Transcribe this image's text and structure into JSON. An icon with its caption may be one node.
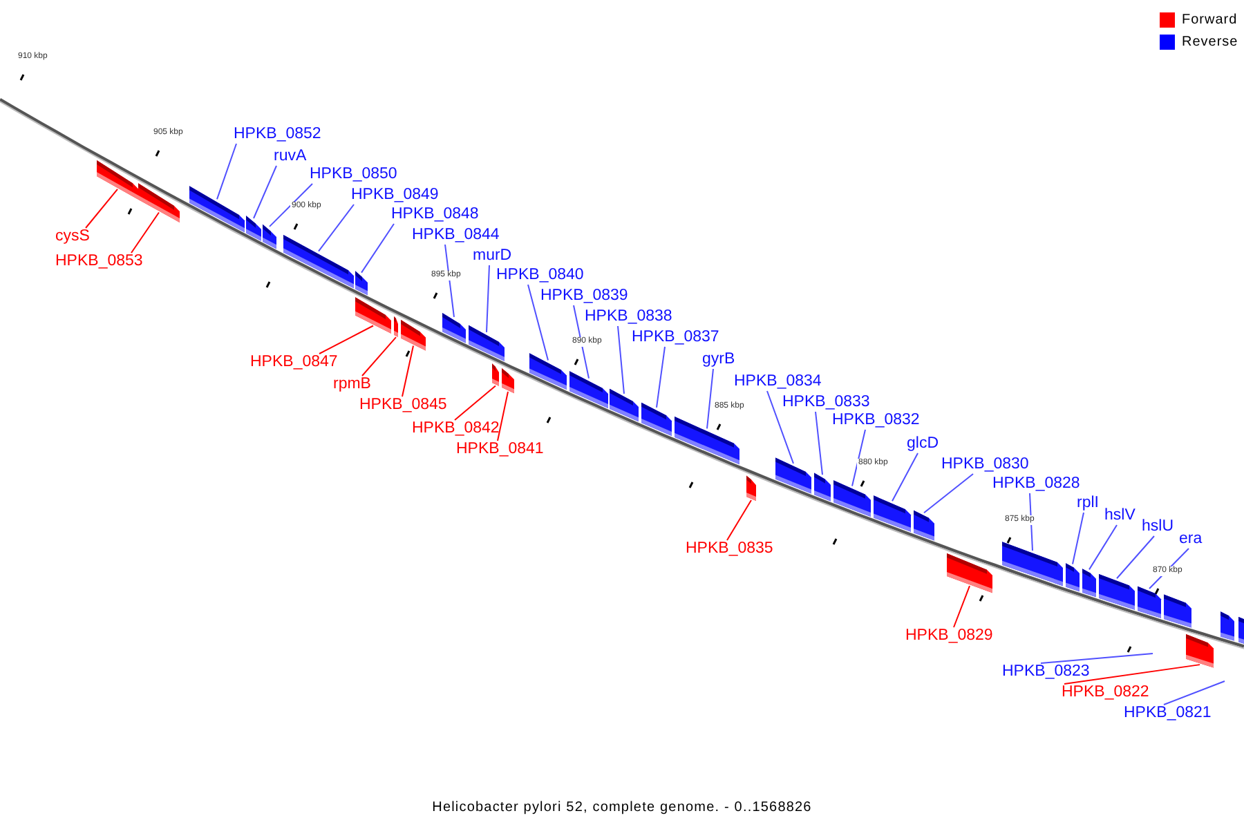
{
  "diagram": {
    "caption": "Helicobacter pylori 52, complete genome. - 0..1568826",
    "nodes": [
      {
        "text": [
          "cysS"
        ]
      },
      {
        "text": [
          "HPKB_0853"
        ]
      },
      {
        "text": [
          "HPKB_0852"
        ]
      },
      {
        "text": [
          "ruvA"
        ]
      },
      {
        "text": [
          "HPKB_0850"
        ]
      },
      {
        "text": [
          "HPKB_0849"
        ]
      },
      {
        "text": [
          "HPKB_0848"
        ]
      },
      {
        "text": [
          "HPKB_0847"
        ]
      },
      {
        "text": [
          "rpmB"
        ]
      },
      {
        "text": [
          "HPKB_0845"
        ]
      },
      {
        "text": [
          "HPKB_0844"
        ]
      },
      {
        "text": [
          "murD"
        ]
      },
      {
        "text": [
          "HPKB_0842"
        ]
      },
      {
        "text": [
          "HPKB_0841"
        ]
      },
      {
        "text": [
          "HPKB_0840"
        ]
      },
      {
        "text": [
          "HPKB_0839"
        ]
      },
      {
        "text": [
          "HPKB_0838"
        ]
      },
      {
        "text": [
          "HPKB_0837"
        ]
      },
      {
        "text": [
          "gyrB"
        ]
      },
      {
        "text": [
          "HPKB_0835"
        ]
      },
      {
        "text": [
          "HPKB_0834"
        ]
      },
      {
        "text": [
          "HPKB_0833"
        ]
      },
      {
        "text": [
          "HPKB_0832"
        ]
      },
      {
        "text": [
          "glcD"
        ]
      },
      {
        "text": [
          "HPKB_0830"
        ]
      },
      {
        "text": [
          "HPKB_0829"
        ]
      },
      {
        "text": [
          "HPKB_0828"
        ]
      },
      {
        "text": [
          "rplI"
        ]
      },
      {
        "text": [
          "hslV"
        ]
      },
      {
        "text": [
          "hslU"
        ]
      },
      {
        "text": [
          "era"
        ]
      },
      {
        "text": [
          "HPKB_0823"
        ]
      },
      {
        "text": [
          "HPKB_0822"
        ]
      },
      {
        "text": [
          "HPKB_0821"
        ]
      },
      {
        "text": [],
        "shape": "box"
      },
      {
        "text": [],
        "shape": "box"
      },
      {
        "text": [],
        "shape": "box"
      },
      {
        "text": [],
        "shape": "box"
      },
      {
        "text": [],
        "shape": "box"
      },
      {
        "text": [],
        "shape": "box"
      },
      {
        "text": [],
        "shape": "box"
      },
      {
        "text": [],
        "shape": "box"
      },
      {
        "text": [],
        "shape": "box"
      },
      {
        "text": [],
        "shape": "box"
      },
      {
        "text": [],
        "shape": "box"
      },
      {
        "text": [],
        "shape": "box"
      },
      {
        "text": [],
        "shape": "box"
      },
      {
        "text": [],
        "shape": "box"
      },
      {
        "text": [],
        "shape": "box"
      },
      {
        "text": [],
        "shape": "box"
      },
      {
        "text": [],
        "shape": "box"
      },
      {
        "text": [],
        "shape": "box"
      },
      {
        "text": [],
        "shape": "box"
      },
      {
        "text": [],
        "shape": "box"
      },
      {
        "text": [],
        "shape": "box"
      },
      {
        "text": [],
        "shape": "box"
      },
      {
        "text": [],
        "shape": "box"
      },
      {
        "text": [],
        "shape": "box"
      },
      {
        "text": [],
        "shape": "box"
      },
      {
        "text": [],
        "shape": "box"
      },
      {
        "text": [],
        "shape": "box"
      },
      {
        "text": [],
        "shape": "box"
      },
      {
        "text": [],
        "shape": "box"
      },
      {
        "text": [],
        "shape": "box"
      },
      {
        "text": [],
        "shape": "box"
      },
      {
        "text": [],
        "shape": "box"
      },
      {
        "text": [],
        "shape": "box"
      },
      {
        "text": [],
        "shape": "box"
      },
      {
        "text": [],
        "shape": "box"
      }
    ],
    "edges": [
      {
        "from": 0,
        "to": 34,
        "arrow": "none",
        "color": "#ff0000"
      },
      {
        "from": 1,
        "to": 35,
        "arrow": "none",
        "color": "#ff0000"
      },
      {
        "from": 2,
        "to": 36,
        "arrow": "none"
      },
      {
        "from": 3,
        "to": 37,
        "arrow": "none"
      },
      {
        "from": 4,
        "to": 38,
        "arrow": "none"
      },
      {
        "from": 5,
        "to": 39,
        "arrow": "none"
      },
      {
        "from": 6,
        "to": 40,
        "arrow": "none"
      },
      {
        "from": 7,
        "to": 41,
        "arrow": "none",
        "color": "#ff0000"
      },
      {
        "from": 8,
        "to": 42,
        "arrow": "none",
        "color": "#ff0000"
      },
      {
        "from": 9,
        "to": 43,
        "arrow": "none",
        "color": "#ff0000"
      },
      {
        "from": 10,
        "to": 44,
        "arrow": "none"
      },
      {
        "from": 11,
        "to": 45,
        "arrow": "none"
      },
      {
        "from": 12,
        "to": 46,
        "arrow": "none",
        "color": "#ff0000"
      },
      {
        "from": 13,
        "to": 47,
        "arrow": "none",
        "color": "#ff0000"
      },
      {
        "from": 14,
        "to": 48,
        "arrow": "none"
      },
      {
        "from": 15,
        "to": 49,
        "arrow": "none"
      },
      {
        "from": 16,
        "to": 50,
        "arrow": "none"
      },
      {
        "from": 17,
        "to": 51,
        "arrow": "none"
      },
      {
        "from": 18,
        "to": 52,
        "arrow": "none"
      },
      {
        "from": 19,
        "to": 53,
        "arrow": "none",
        "color": "#ff0000"
      },
      {
        "from": 20,
        "to": 54,
        "arrow": "none"
      },
      {
        "from": 21,
        "to": 55,
        "arrow": "none"
      },
      {
        "from": 22,
        "to": 56,
        "arrow": "none"
      },
      {
        "from": 23,
        "to": 57,
        "arrow": "none"
      },
      {
        "from": 24,
        "to": 58,
        "arrow": "none"
      },
      {
        "from": 25,
        "to": 59,
        "arrow": "none",
        "color": "#ff0000"
      },
      {
        "from": 26,
        "to": 60,
        "arrow": "none"
      },
      {
        "from": 27,
        "to": 61,
        "arrow": "none"
      },
      {
        "from": 28,
        "to": 62,
        "arrow": "none"
      },
      {
        "from": 29,
        "to": 63,
        "arrow": "none"
      },
      {
        "from": 30,
        "to": 64,
        "arrow": "none"
      },
      {
        "from": 31,
        "to": null,
        "arrow": "none"
      },
      {
        "from": 32,
        "to": 66,
        "arrow": "none",
        "color": "#ff0000"
      },
      {
        "from": 33,
        "to": null,
        "arrow": "none"
      }
    ],
    "labels": [
      "910 kbp",
      "905 kbp",
      "900 kbp",
      "895 kbp",
      "890 kbp",
      "885 kbp",
      "880 kbp",
      "875 kbp",
      "870 kbp"
    ],
    "legend": [
      {
        "text": "Forward",
        "color": "#ff0000"
      },
      {
        "text": "Reverse",
        "color": "#0000ff"
      }
    ]
  }
}
